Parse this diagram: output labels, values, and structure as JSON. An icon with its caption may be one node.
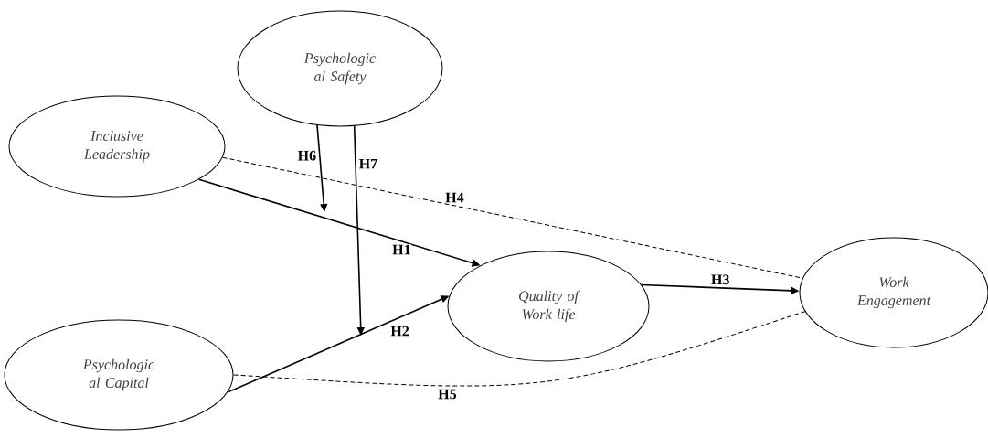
{
  "diagram": {
    "nodes": [
      {
        "text": [
          "Psychologic al Safety"
        ]
      },
      {
        "text": [
          "Inclusive Leadership"
        ]
      },
      {
        "text": [
          "Psychologic al Capital"
        ]
      },
      {
        "text": [
          "Quality of Work life"
        ]
      },
      {
        "text": [
          "Work Engagement"
        ]
      }
    ],
    "edges": [
      {
        "from": 1,
        "to": 3,
        "arrow": "to",
        "label": "H1"
      },
      {
        "from": 2,
        "to": 3,
        "arrow": "to",
        "label": "H2"
      },
      {
        "from": 3,
        "to": 4,
        "arrow": "to",
        "label": "H3"
      },
      {
        "from": 1,
        "to": 4,
        "arrow": "none",
        "label": "H4",
        "style": "dashed"
      },
      {
        "from": 2,
        "to": 4,
        "arrow": "none",
        "label": "H5",
        "style": "dashed"
      },
      {
        "from": 0,
        "to": null,
        "arrow": "to",
        "label": "H6"
      },
      {
        "from": 0,
        "to": null,
        "arrow": "to",
        "label": "H7"
      }
    ]
  }
}
